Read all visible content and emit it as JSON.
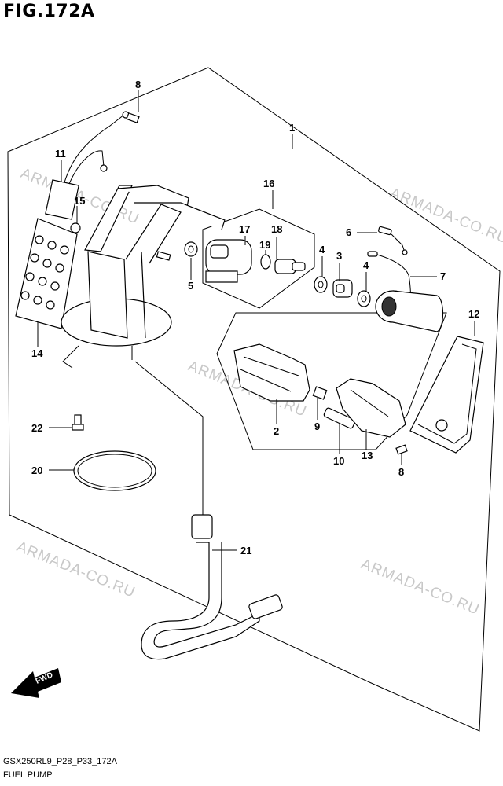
{
  "figure_title": "FIG.172A",
  "footer": {
    "code": "GSX250RL9_P28_P33_172A",
    "caption": "FUEL PUMP"
  },
  "watermark": "ARMADA-CO.RU",
  "direction_label": "FWD",
  "callouts": {
    "c1": "1",
    "c2": "2",
    "c3": "3",
    "c4a": "4",
    "c4b": "4",
    "c5": "5",
    "c6": "6",
    "c7": "7",
    "c8a": "8",
    "c8b": "8",
    "c9": "9",
    "c10": "10",
    "c11": "11",
    "c12": "12",
    "c13": "13",
    "c14": "14",
    "c15": "15",
    "c16": "16",
    "c17": "17",
    "c18": "18",
    "c19": "19",
    "c20": "20",
    "c21": "21",
    "c22": "22"
  }
}
